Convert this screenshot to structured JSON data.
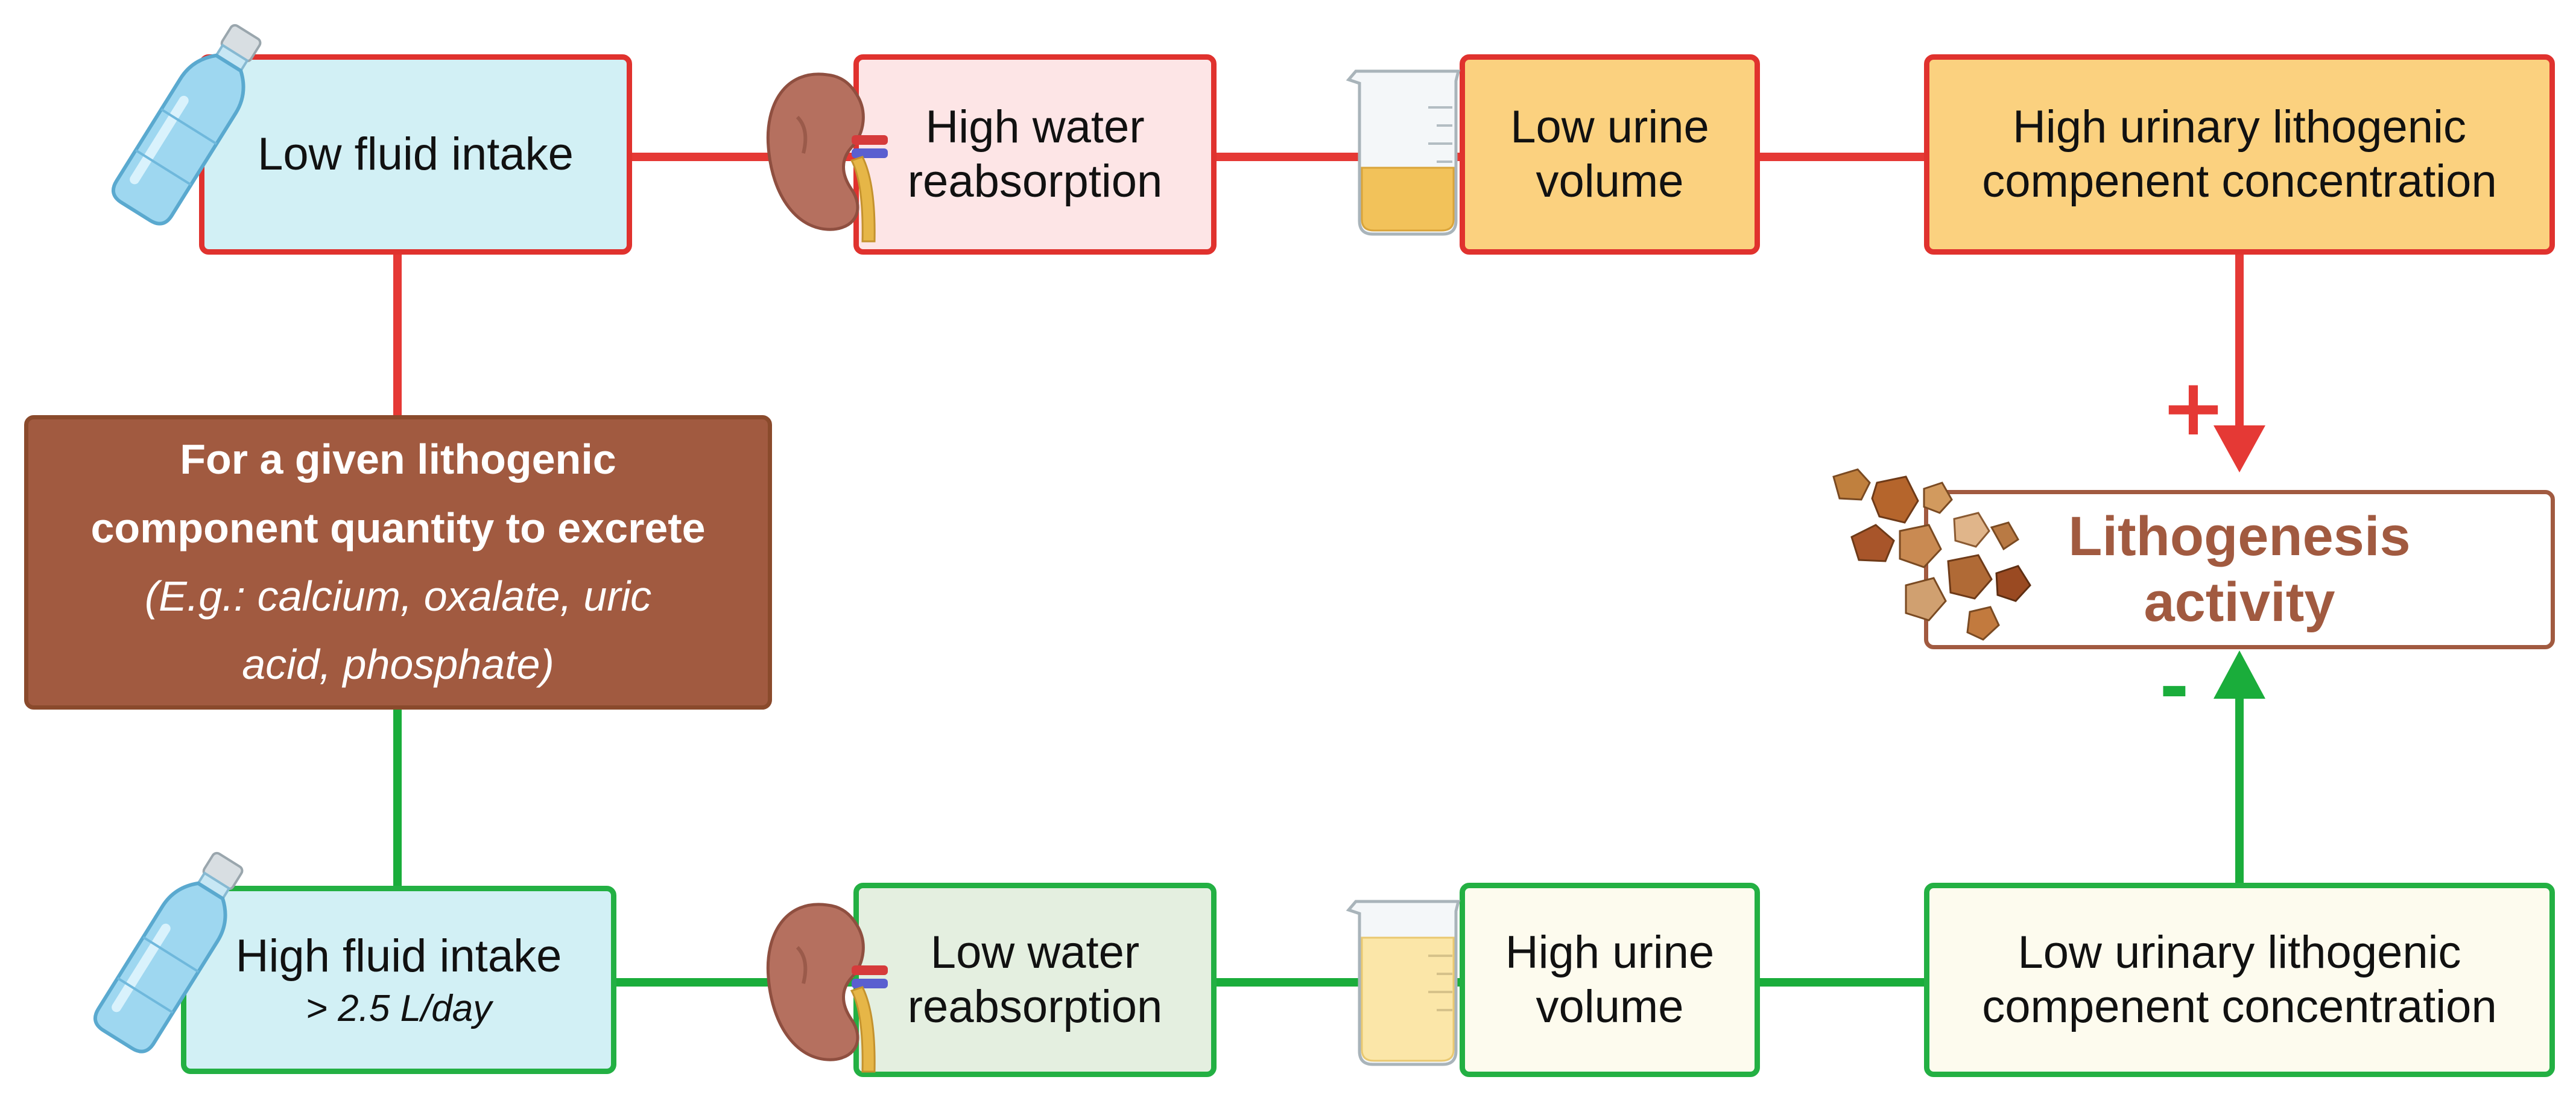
{
  "top_row": {
    "fluid_intake": "Low fluid intake",
    "reabsorption": [
      "High water",
      "reabsorption"
    ],
    "urine_volume": [
      "Low urine",
      "volume"
    ],
    "concentration": [
      "High urinary lithogenic",
      "compenent concentration"
    ]
  },
  "bottom_row": {
    "fluid_intake": "High fluid intake",
    "fluid_intake_sub": "> 2.5 L/day",
    "reabsorption": [
      "Low water",
      "reabsorption"
    ],
    "urine_volume": [
      "High urine",
      "volume"
    ],
    "concentration": [
      "Low urinary lithogenic",
      "compenent concentration"
    ]
  },
  "center": {
    "line1": "For a given lithogenic",
    "line2": "component quantity to excrete",
    "line3": "(E.g.: calcium, oxalate, uric",
    "line4": "acid, phosphate)"
  },
  "outcome": {
    "line1": "Lithogenesis",
    "line2": "activity",
    "plus_sign": "+",
    "minus_sign": "-"
  },
  "colors": {
    "red": "#e53935",
    "green": "#1aad3b",
    "brown": "#a15a40"
  },
  "icons": [
    "water-bottle-icon",
    "kidney-icon",
    "beaker-icon",
    "kidney-stones-icon"
  ]
}
